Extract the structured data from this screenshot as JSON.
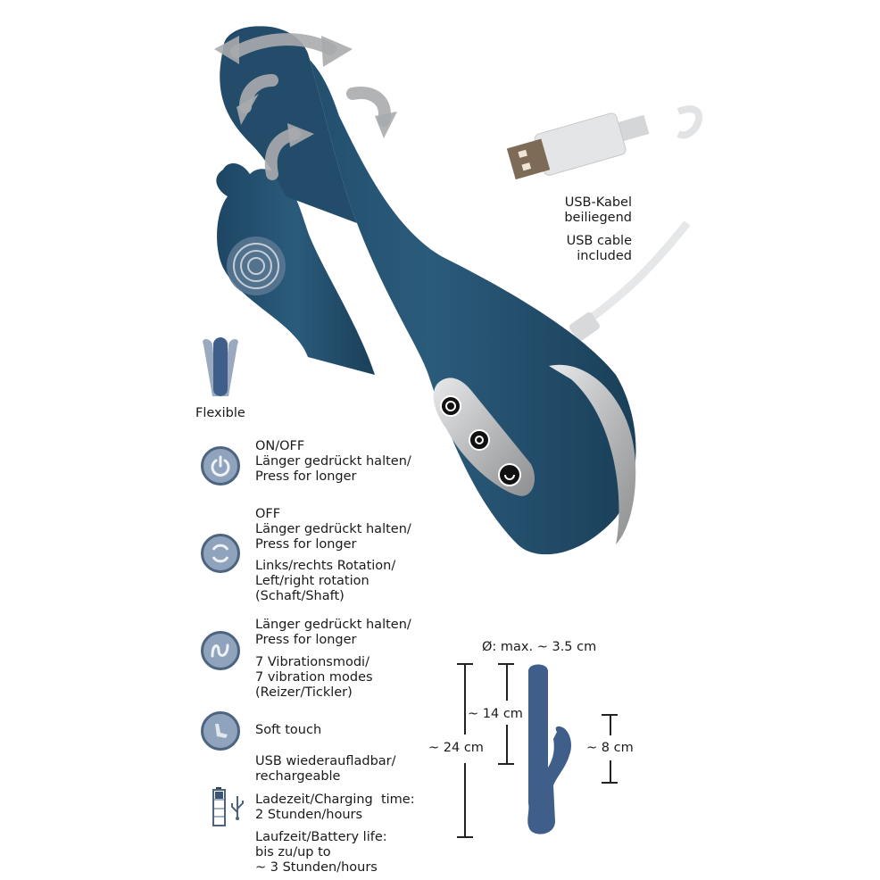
{
  "colors": {
    "product_blue": "#1f4a66",
    "product_blue_light": "#2a5a7a",
    "silhouette_blue": "#3f5f8a",
    "icon_fill": "#8fa3bc",
    "icon_border": "#4d6480",
    "arrow_grey": "#a9abad",
    "silver": "#c8c9cb"
  },
  "usb": {
    "label_de": "USB-Kabel\nbeiliegend",
    "label_en": "USB cable\nincluded"
  },
  "flexible": {
    "label": "Flexible"
  },
  "features": [
    {
      "icon": "power-icon",
      "text": "ON/OFF\nLänger gedrückt halten/\nPress for longer"
    },
    {
      "icon": "rotation-icon",
      "text": "OFF\nLänger gedrückt halten/\nPress for longer",
      "text2": "Links/rechts Rotation/\nLeft/right rotation\n(Schaft/Shaft)"
    },
    {
      "icon": "vibration-wave-icon",
      "text": "Länger gedrückt halten/\nPress for longer",
      "text2": "7 Vibrationsmodi/\n7 vibration modes\n(Reizer/Tickler)"
    },
    {
      "icon": "soft-touch-hand-icon",
      "text": "Soft touch"
    },
    {
      "icon": "battery-usb-icon",
      "text": "USB wiederaufladbar/\nrechargeable",
      "text2": "Ladezeit/Charging  time:\n2 Stunden/hours",
      "text3": "Laufzeit/Battery life:\nbis zu/up to\n~ 3 Stunden/hours"
    }
  ],
  "dimensions": {
    "diameter": "Ø: max. ~ 3.5 cm",
    "total_length": "~ 24 cm",
    "shaft_length": "~ 14 cm",
    "tickler_length": "~ 8 cm"
  }
}
